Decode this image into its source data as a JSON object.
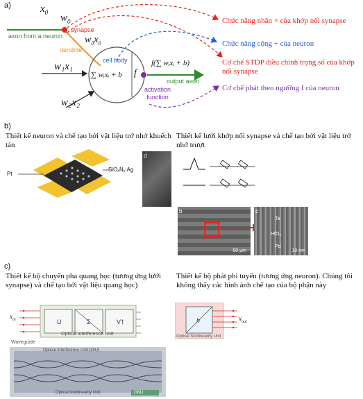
{
  "panel_a": {
    "label": "a)",
    "neuron": {
      "x0": "x",
      "x0_sub": "0",
      "w0": "w",
      "w0_sub": "0",
      "synapse": "synapse",
      "axon_from_neuron": "axon from a neuron",
      "dendrite": "dendrite",
      "w0x0": "w",
      "w0x0_sub": "0",
      "w0x0_x": "x",
      "w0x0_x_sub": "0",
      "cell_body": "cell body",
      "sum_formula": "∑ wᵢxᵢ + b",
      "w1x1": "w₁x₁",
      "w2x2": "w₂x₂",
      "f_label": "f",
      "f_formula": "f(∑ wᵢxᵢ + b)",
      "output_axon": "output axon",
      "activation_function": "activation function"
    },
    "annotations": [
      {
        "text": "Chức năng nhân × của khớp nối synapse",
        "color": "#e5231e"
      },
      {
        "text": "Chức năng cộng + của neuron",
        "color": "#1f5fd9"
      },
      {
        "text": "Cơ chế STDP điều chỉnh trọng số của khớp nối synapse",
        "color": "#e5231e"
      },
      {
        "text": "Cơ chế phát theo ngưỡng f của neuron",
        "color": "#7b2fa5"
      }
    ]
  },
  "panel_b": {
    "label": "b)",
    "left_caption": "Thiết kế neuron và chế tạo bởi vật liệu trở nhớ khuếch tán",
    "right_caption": "Thiết kế lưới khớp nối synapse và chế tạo bởi vật liệu trở nhớ trượt",
    "pt_label": "Pt",
    "sio_label": "SiOₓNᵧ:Ag",
    "inset_d": "d",
    "inset_b": "b",
    "inset_c": "c",
    "ta_label": "Ta",
    "hfo_label": "HfOₓ",
    "pd_label": "Pd",
    "scale_50": "50 µm",
    "scale_10": "10 nm"
  },
  "panel_c": {
    "label": "c)",
    "left_caption": "Thiết kế bộ chuyển pha quang học (tương ứng lưới synapse) và chế tạo bởi vật liệu quang học)",
    "right_caption": "Thiết kế bộ phát phi tuyến (tương ứng neuron). Chúng tôi không thấy các hình ảnh chế tạo của bộ phận này",
    "x_in": "x",
    "x_in_sub": "in",
    "x_out": "x",
    "x_out_sub": "out",
    "waveguide": "Waveguide",
    "u_label": "U",
    "sigma_label": "Σ",
    "v_label": "V†",
    "oiu_label": "Optical Interference Unit",
    "onu_label": "Optical Nonlinearity Unit",
    "chip_top_label": "Optical Interference Unit (OIU)",
    "chip_bottom_label": "Optical Nonlinearity Unit",
    "chip_onu": "ONU"
  }
}
